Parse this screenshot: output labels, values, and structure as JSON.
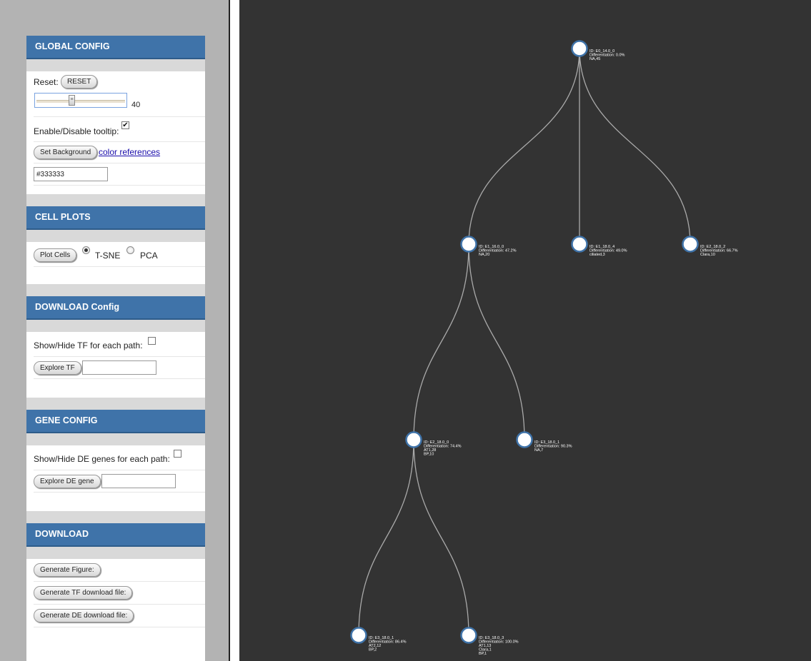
{
  "global_config": {
    "title": "GLOBAL CONFIG",
    "reset_label": "Reset:",
    "reset_button": "RESET",
    "slider_value": "40",
    "tooltip_label": "Enable/Disable tooltip:",
    "tooltip_checked": true,
    "set_background_button": "Set Background",
    "color_references_link": "color references",
    "background_value": "#333333"
  },
  "cell_plots": {
    "title": "CELL PLOTS",
    "plot_cells_button": "Plot Cells",
    "option_tsne": "T-SNE",
    "option_pca": "PCA",
    "selected": "T-SNE"
  },
  "download_config": {
    "title": "DOWNLOAD Config",
    "show_tf_label": "Show/Hide TF for each path:",
    "show_tf_checked": false,
    "explore_tf_button": "Explore TF",
    "explore_tf_value": ""
  },
  "gene_config": {
    "title": "GENE CONFIG",
    "show_de_label": "Show/Hide DE genes for each path:",
    "show_de_checked": false,
    "explore_de_button": "Explore DE gene",
    "explore_de_value": ""
  },
  "download": {
    "title": "DOWNLOAD",
    "generate_figure_button": "Generate Figure:",
    "generate_tf_button": "Generate TF download file:",
    "generate_de_button": "Generate DE download file:"
  },
  "tree": {
    "background": "#333333",
    "node_stroke": "#3f73a9",
    "link_color": "#aaaaaa",
    "nodes": [
      {
        "id": "E0_14.0_0",
        "lines": [
          "ID: E0_14.0_0",
          "Differentiation: 0.0%",
          "NA,45"
        ]
      },
      {
        "id": "E1_16.0_0",
        "lines": [
          "ID: E1_16.0_0",
          "Differentiation: 47.2%",
          "NA,20"
        ]
      },
      {
        "id": "E1_18.0_4",
        "lines": [
          "ID: E1_18.0_4",
          "Differentiation: 49.0%",
          "ciliated,3"
        ]
      },
      {
        "id": "E2_18.0_2",
        "lines": [
          "ID: E2_18.0_2",
          "Differentiation: 66.7%",
          "Clara,10"
        ]
      },
      {
        "id": "E2_18.0_0",
        "lines": [
          "ID: E2_18.0_0",
          "Differentiation: 74.4%",
          "AT1,28",
          "BP,10"
        ]
      },
      {
        "id": "E3_18.0_1",
        "lines": [
          "ID: E3_18.0_1",
          "Differentiation: 90.3%",
          "NA,7"
        ]
      },
      {
        "id": "E3_18.0_1b",
        "lines": [
          "ID: E3_18.0_1",
          "Differentiation: 86.4%",
          "AT2,12",
          "BP,2"
        ]
      },
      {
        "id": "E3_18.0_3",
        "lines": [
          "ID: E3_18.0_3",
          "Differentiation: 100.0%",
          "AT1,13",
          "Clara,1",
          "BP,1"
        ]
      }
    ],
    "links": [
      [
        "E0_14.0_0",
        "E1_16.0_0"
      ],
      [
        "E0_14.0_0",
        "E1_18.0_4"
      ],
      [
        "E0_14.0_0",
        "E2_18.0_2"
      ],
      [
        "E1_16.0_0",
        "E2_18.0_0"
      ],
      [
        "E1_16.0_0",
        "E3_18.0_1"
      ],
      [
        "E2_18.0_0",
        "E3_18.0_1b"
      ],
      [
        "E2_18.0_0",
        "E3_18.0_3"
      ]
    ]
  }
}
